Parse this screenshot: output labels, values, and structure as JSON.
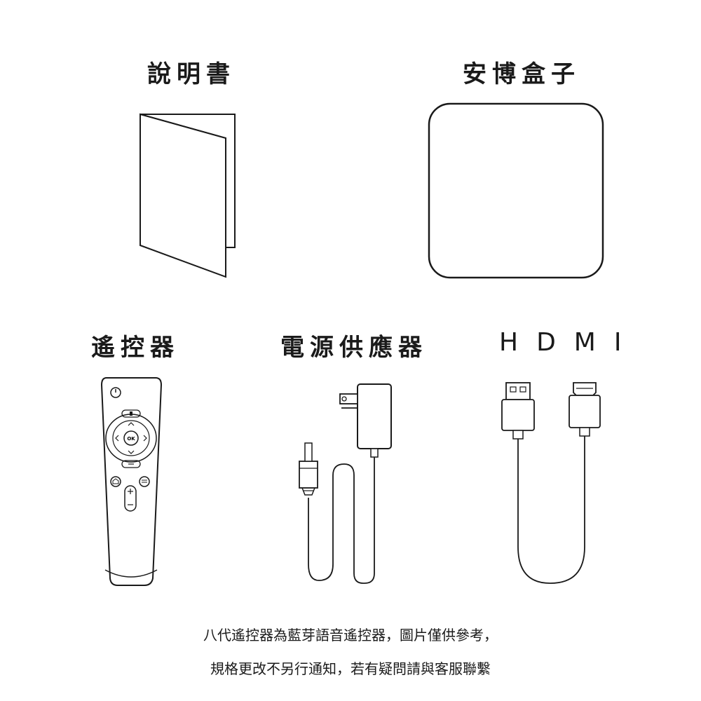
{
  "items": {
    "manual": {
      "label": "說明書"
    },
    "box": {
      "label": "安博盒子"
    },
    "remote": {
      "label": "遙控器",
      "ok_text": "OK"
    },
    "power": {
      "label": "電源供應器"
    },
    "hdmi": {
      "label": "HDMI"
    }
  },
  "notes": {
    "line1": "八代遙控器為藍芽語音遙控器，圖片僅供參考，",
    "line2": "規格更改不另行通知，若有疑問請與客服聯繫"
  }
}
